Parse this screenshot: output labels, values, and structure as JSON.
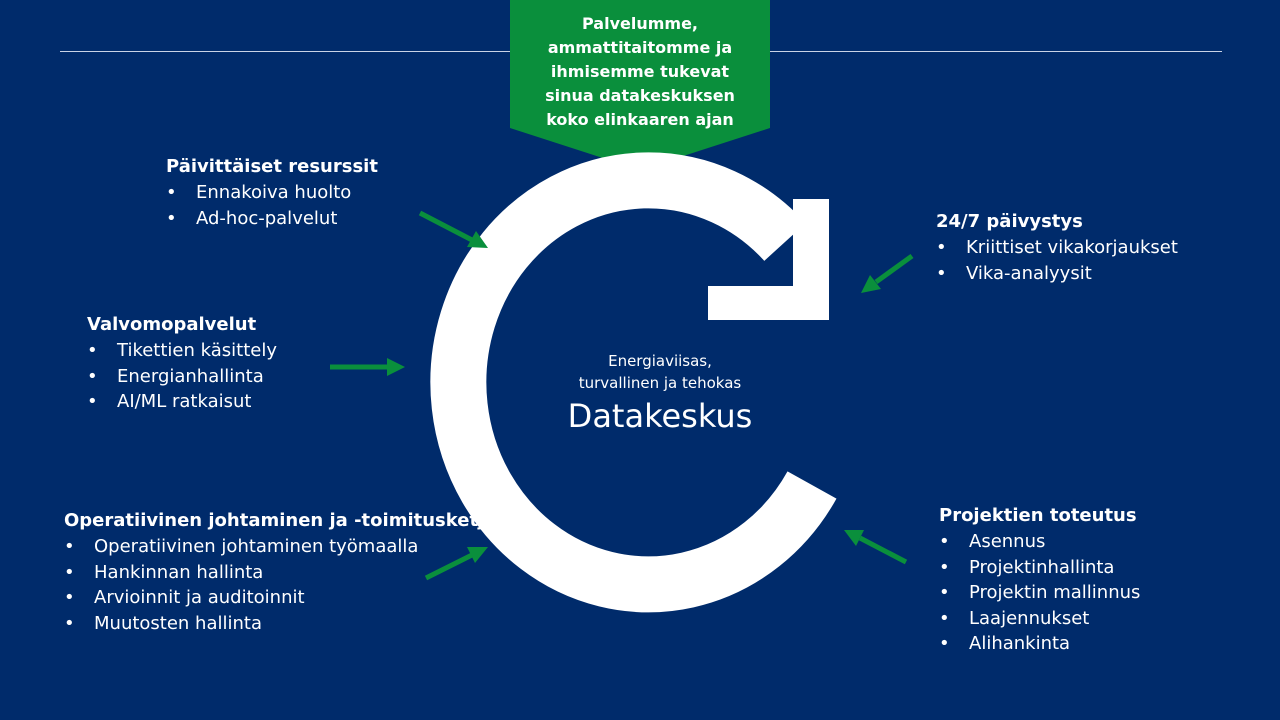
{
  "banner": {
    "lines": [
      "Palvelumme,",
      "ammattitaitomme ja",
      "ihmisemme tukevat",
      "sinua datakeskuksen",
      "koko elinkaaren ajan"
    ],
    "color": "#0a8f3c"
  },
  "center": {
    "subtitle_line1": "Energiaviisas,",
    "subtitle_line2": "turvallinen ja tehokas",
    "title": "Datakeskus"
  },
  "blocks": {
    "daily": {
      "heading": "Päivittäiset resurssit",
      "items": [
        "Ennakoiva huolto",
        "Ad-hoc-palvelut"
      ]
    },
    "oncall": {
      "heading": "24/7 päivystys",
      "items": [
        "Kriittiset vikakorjaukset",
        "Vika-analyysit"
      ]
    },
    "monitoring": {
      "heading": "Valvomopalvelut",
      "items": [
        "Tikettien käsittely",
        "Energianhallinta",
        "AI/ML ratkaisut"
      ]
    },
    "operations": {
      "heading": "Operatiivinen johtaminen ja -toimitusketjut",
      "items": [
        "Operatiivinen johtaminen työmaalla",
        "Hankinnan hallinta",
        "Arvioinnit ja auditoinnit",
        "Muutosten hallinta"
      ]
    },
    "projects": {
      "heading": "Projektien toteutus",
      "items": [
        "Asennus",
        "Projektinhallinta",
        "Projektin mallinnus",
        "Laajennukset",
        "Alihankinta"
      ]
    }
  },
  "bullet_symbol": "•",
  "colors": {
    "background": "#002b6b",
    "accent_green": "#0a8f3c",
    "cycle_white": "#ffffff"
  }
}
